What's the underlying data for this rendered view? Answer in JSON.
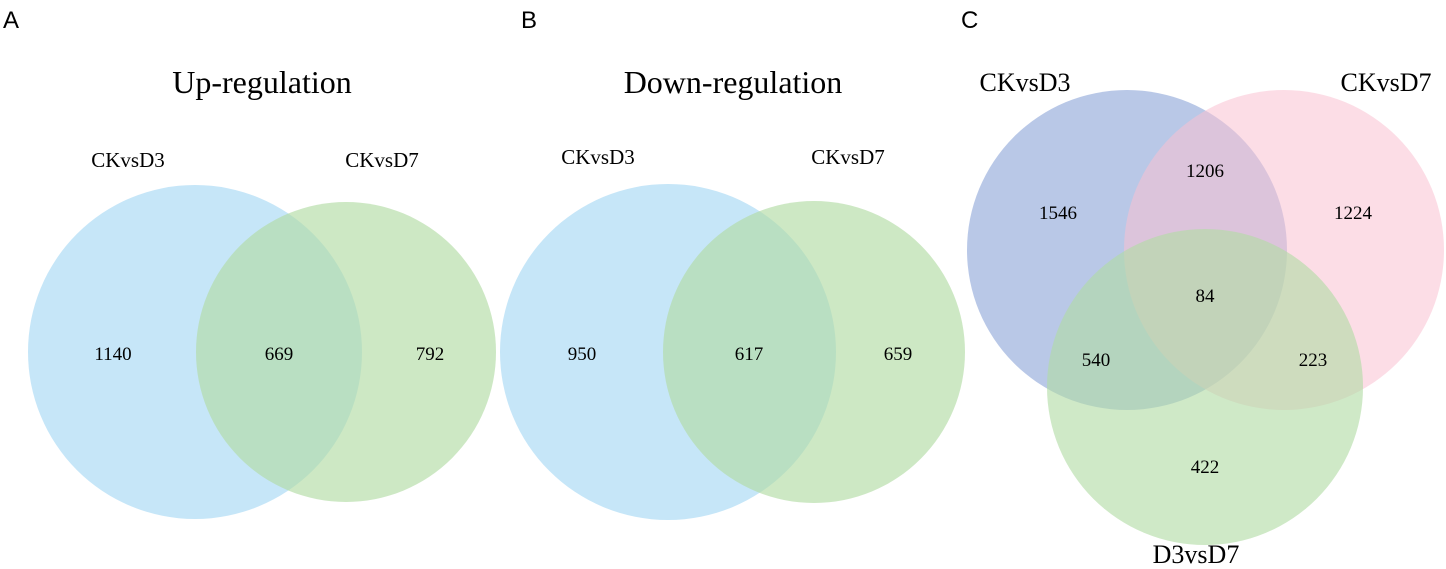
{
  "colors": {
    "blue_2set": "#a8d8f4",
    "green": "#b2dca4",
    "blue_3set": "#8ea6d8",
    "pink": "#f9c1d2"
  },
  "panels": [
    {
      "letter": "A",
      "title": "Up-regulation",
      "set_left": "CKvsD3",
      "set_right": "CKvsD7",
      "counts": {
        "left_only": "1140",
        "both": "669",
        "right_only": "792"
      }
    },
    {
      "letter": "B",
      "title": "Down-regulation",
      "set_left": "CKvsD3",
      "set_right": "CKvsD7",
      "counts": {
        "left_only": "950",
        "both": "617",
        "right_only": "659"
      }
    },
    {
      "letter": "C",
      "set_a": "CKvsD3",
      "set_b": "CKvsD7",
      "set_c": "D3vsD7",
      "counts": {
        "a_only": "1546",
        "ab": "1206",
        "b_only": "1224",
        "abc": "84",
        "ac": "540",
        "bc": "223",
        "c_only": "422"
      }
    }
  ]
}
